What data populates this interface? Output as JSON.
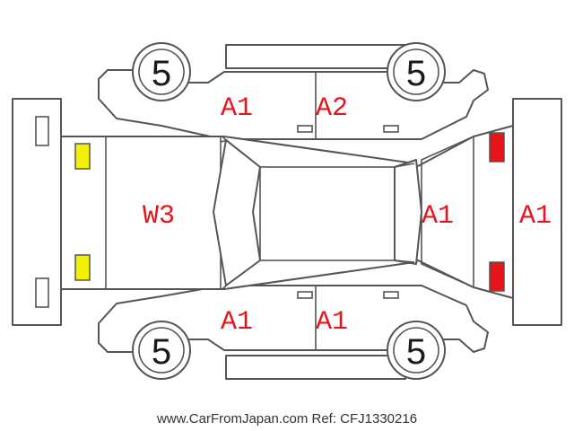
{
  "colors": {
    "outline": "#555555",
    "code_text": "#e8141b",
    "headlight_marker": "#f2f200",
    "taillight_marker": "#e8141b"
  },
  "tires": {
    "front_left": "5",
    "rear_left": "5",
    "front_right": "5",
    "rear_right": "5"
  },
  "codes": {
    "left_front_door": "A1",
    "left_rear_door": "A2",
    "hood": "W3",
    "rear_window": "A1",
    "rear_bumper": "A1",
    "right_front_door": "A1",
    "right_rear_door": "A1"
  },
  "footer": {
    "watermark": "www.CarFromJapan.com Ref: CFJ1330216"
  }
}
